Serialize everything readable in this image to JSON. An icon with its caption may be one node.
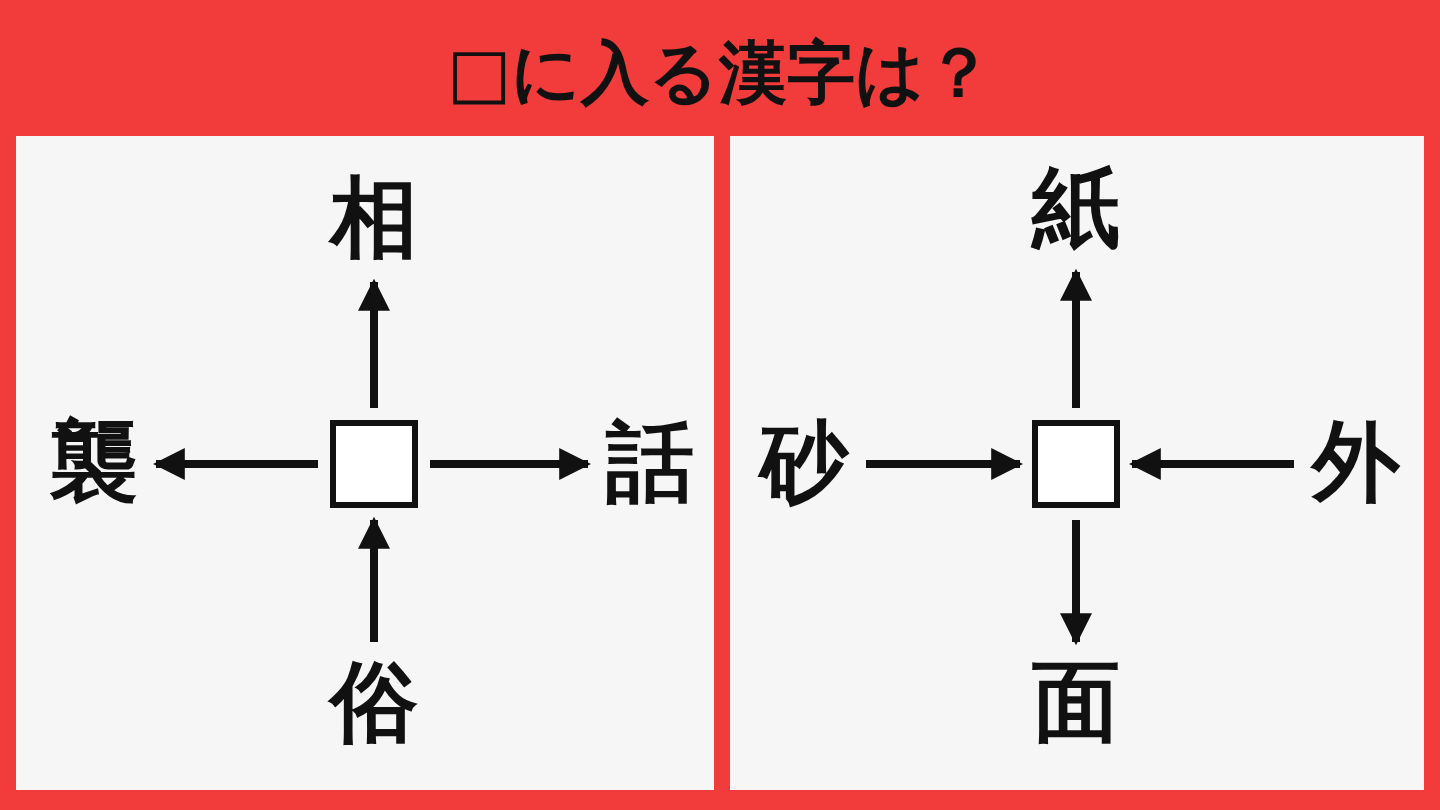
{
  "diagram": {
    "title": "□に入る漢字は？",
    "nodes": [
      {
        "text": [
          "相"
        ]
      },
      {
        "text": [
          "襲"
        ]
      },
      {
        "text": [],
        "shape": "box"
      },
      {
        "text": [
          "話"
        ]
      },
      {
        "text": [
          "俗"
        ]
      },
      {
        "text": [
          "紙"
        ]
      },
      {
        "text": [
          "砂"
        ]
      },
      {
        "text": [],
        "shape": "box"
      },
      {
        "text": [
          "外"
        ]
      },
      {
        "text": [
          "面"
        ]
      }
    ],
    "edges": [
      {
        "from": 2,
        "to": 0,
        "arrow": "to"
      },
      {
        "from": 2,
        "to": 1,
        "arrow": "to"
      },
      {
        "from": 2,
        "to": 3,
        "arrow": "to"
      },
      {
        "from": 4,
        "to": 2,
        "arrow": "to"
      },
      {
        "from": 7,
        "to": 5,
        "arrow": "to"
      },
      {
        "from": 6,
        "to": 7,
        "arrow": "to"
      },
      {
        "from": 8,
        "to": 7,
        "arrow": "to"
      },
      {
        "from": 7,
        "to": 9,
        "arrow": "to"
      }
    ]
  }
}
